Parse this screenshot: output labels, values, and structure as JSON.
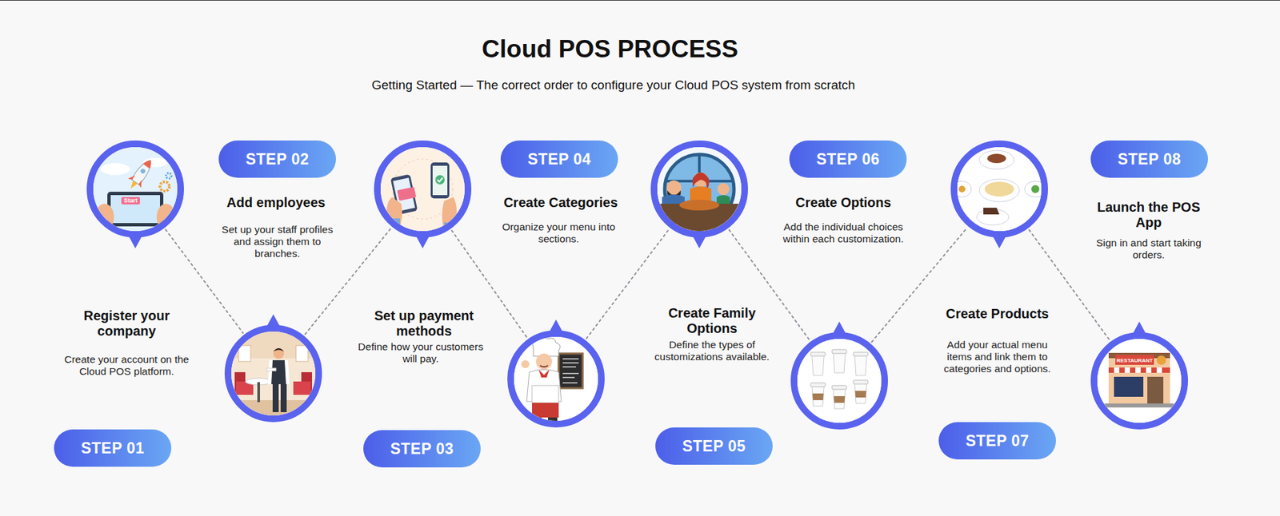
{
  "diagram": {
    "title": "Cloud POS PROCESS",
    "nodes": [
      {
        "text": [
          "STEP 01",
          "Register your company",
          "Create your account on the Cloud POS platform."
        ]
      },
      {
        "text": [
          "STEP 02",
          "Add employees",
          "Set up your staff profiles and assign them to branches."
        ]
      },
      {
        "text": [
          "STEP 03",
          "Set up payment methods",
          "Define how your customers will pay."
        ]
      },
      {
        "text": [
          "STEP 04",
          "Create Categories",
          "Organize your menu into sections."
        ]
      },
      {
        "text": [
          "STEP 05",
          "Create Family Options",
          "Define the types of customizations available."
        ]
      },
      {
        "text": [
          "STEP 06",
          "Create Options",
          "Add the individual choices within each customization."
        ]
      },
      {
        "text": [
          "STEP 07",
          "Create Products",
          "Add your actual menu items and link them to categories and options."
        ]
      },
      {
        "text": [
          "STEP 08",
          "Launch the POS App",
          "Sign in and start taking orders."
        ]
      }
    ],
    "edges": [
      {
        "from": 0,
        "to": 1,
        "arrow": "none"
      },
      {
        "from": 1,
        "to": 2,
        "arrow": "none"
      },
      {
        "from": 2,
        "to": 3,
        "arrow": "none"
      },
      {
        "from": 3,
        "to": 4,
        "arrow": "none"
      },
      {
        "from": 4,
        "to": 5,
        "arrow": "none"
      },
      {
        "from": 5,
        "to": 6,
        "arrow": "none"
      },
      {
        "from": 6,
        "to": 7,
        "arrow": "none"
      }
    ],
    "labels": [
      "Getting Started — The correct order to configure your Cloud POS system from scratch",
      "Start",
      "RESTAURANT"
    ]
  }
}
